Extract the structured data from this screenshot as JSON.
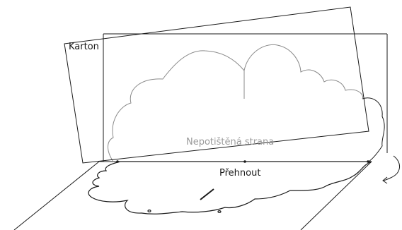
{
  "labels": {
    "card": "Karton",
    "unprinted_side": "Nepotištěná strana",
    "fold": "Přehnout"
  }
}
